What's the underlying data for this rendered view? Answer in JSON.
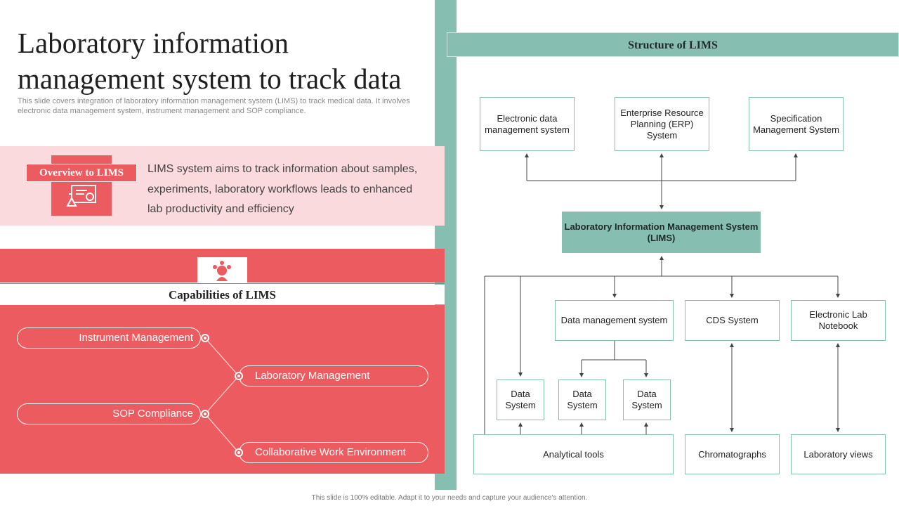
{
  "title": "Laboratory information management system to track data",
  "subtitle": "This slide covers integration of laboratory information management system (LIMS) to track medical data. It involves electronic data management system, instrument management and SOP compliance.",
  "overview": {
    "label": "Overview to LIMS",
    "text": "LIMS  system aims to track information about samples, experiments, laboratory workflows leads to enhanced lab productivity and efficiency"
  },
  "capabilities": {
    "header": "Capabilities of LIMS",
    "left_items": [
      "Instrument  Management",
      "SOP Compliance"
    ],
    "right_items": [
      "Laboratory Management",
      "Collaborative Work Environment"
    ]
  },
  "structure": {
    "header": "Structure of LIMS",
    "top_nodes": [
      "Electronic data management system",
      "Enterprise Resource Planning (ERP) System",
      "Specification Management System"
    ],
    "center_node": "Laboratory Information Management System (LIMS)",
    "mid_nodes": [
      "Data management  system",
      "CDS System",
      "Electronic Lab Notebook"
    ],
    "data_systems": [
      "Data System",
      "Data System",
      "Data System"
    ],
    "bottom_nodes": [
      "Analytical tools",
      "Chromatographs",
      "Laboratory views"
    ]
  },
  "footer": "This slide is 100% editable. Adapt it to your needs and capture your audience's attention.",
  "colors": {
    "accent_red": "#ec5b5f",
    "accent_teal": "#86bfb1",
    "pink_band": "#fadadc"
  }
}
